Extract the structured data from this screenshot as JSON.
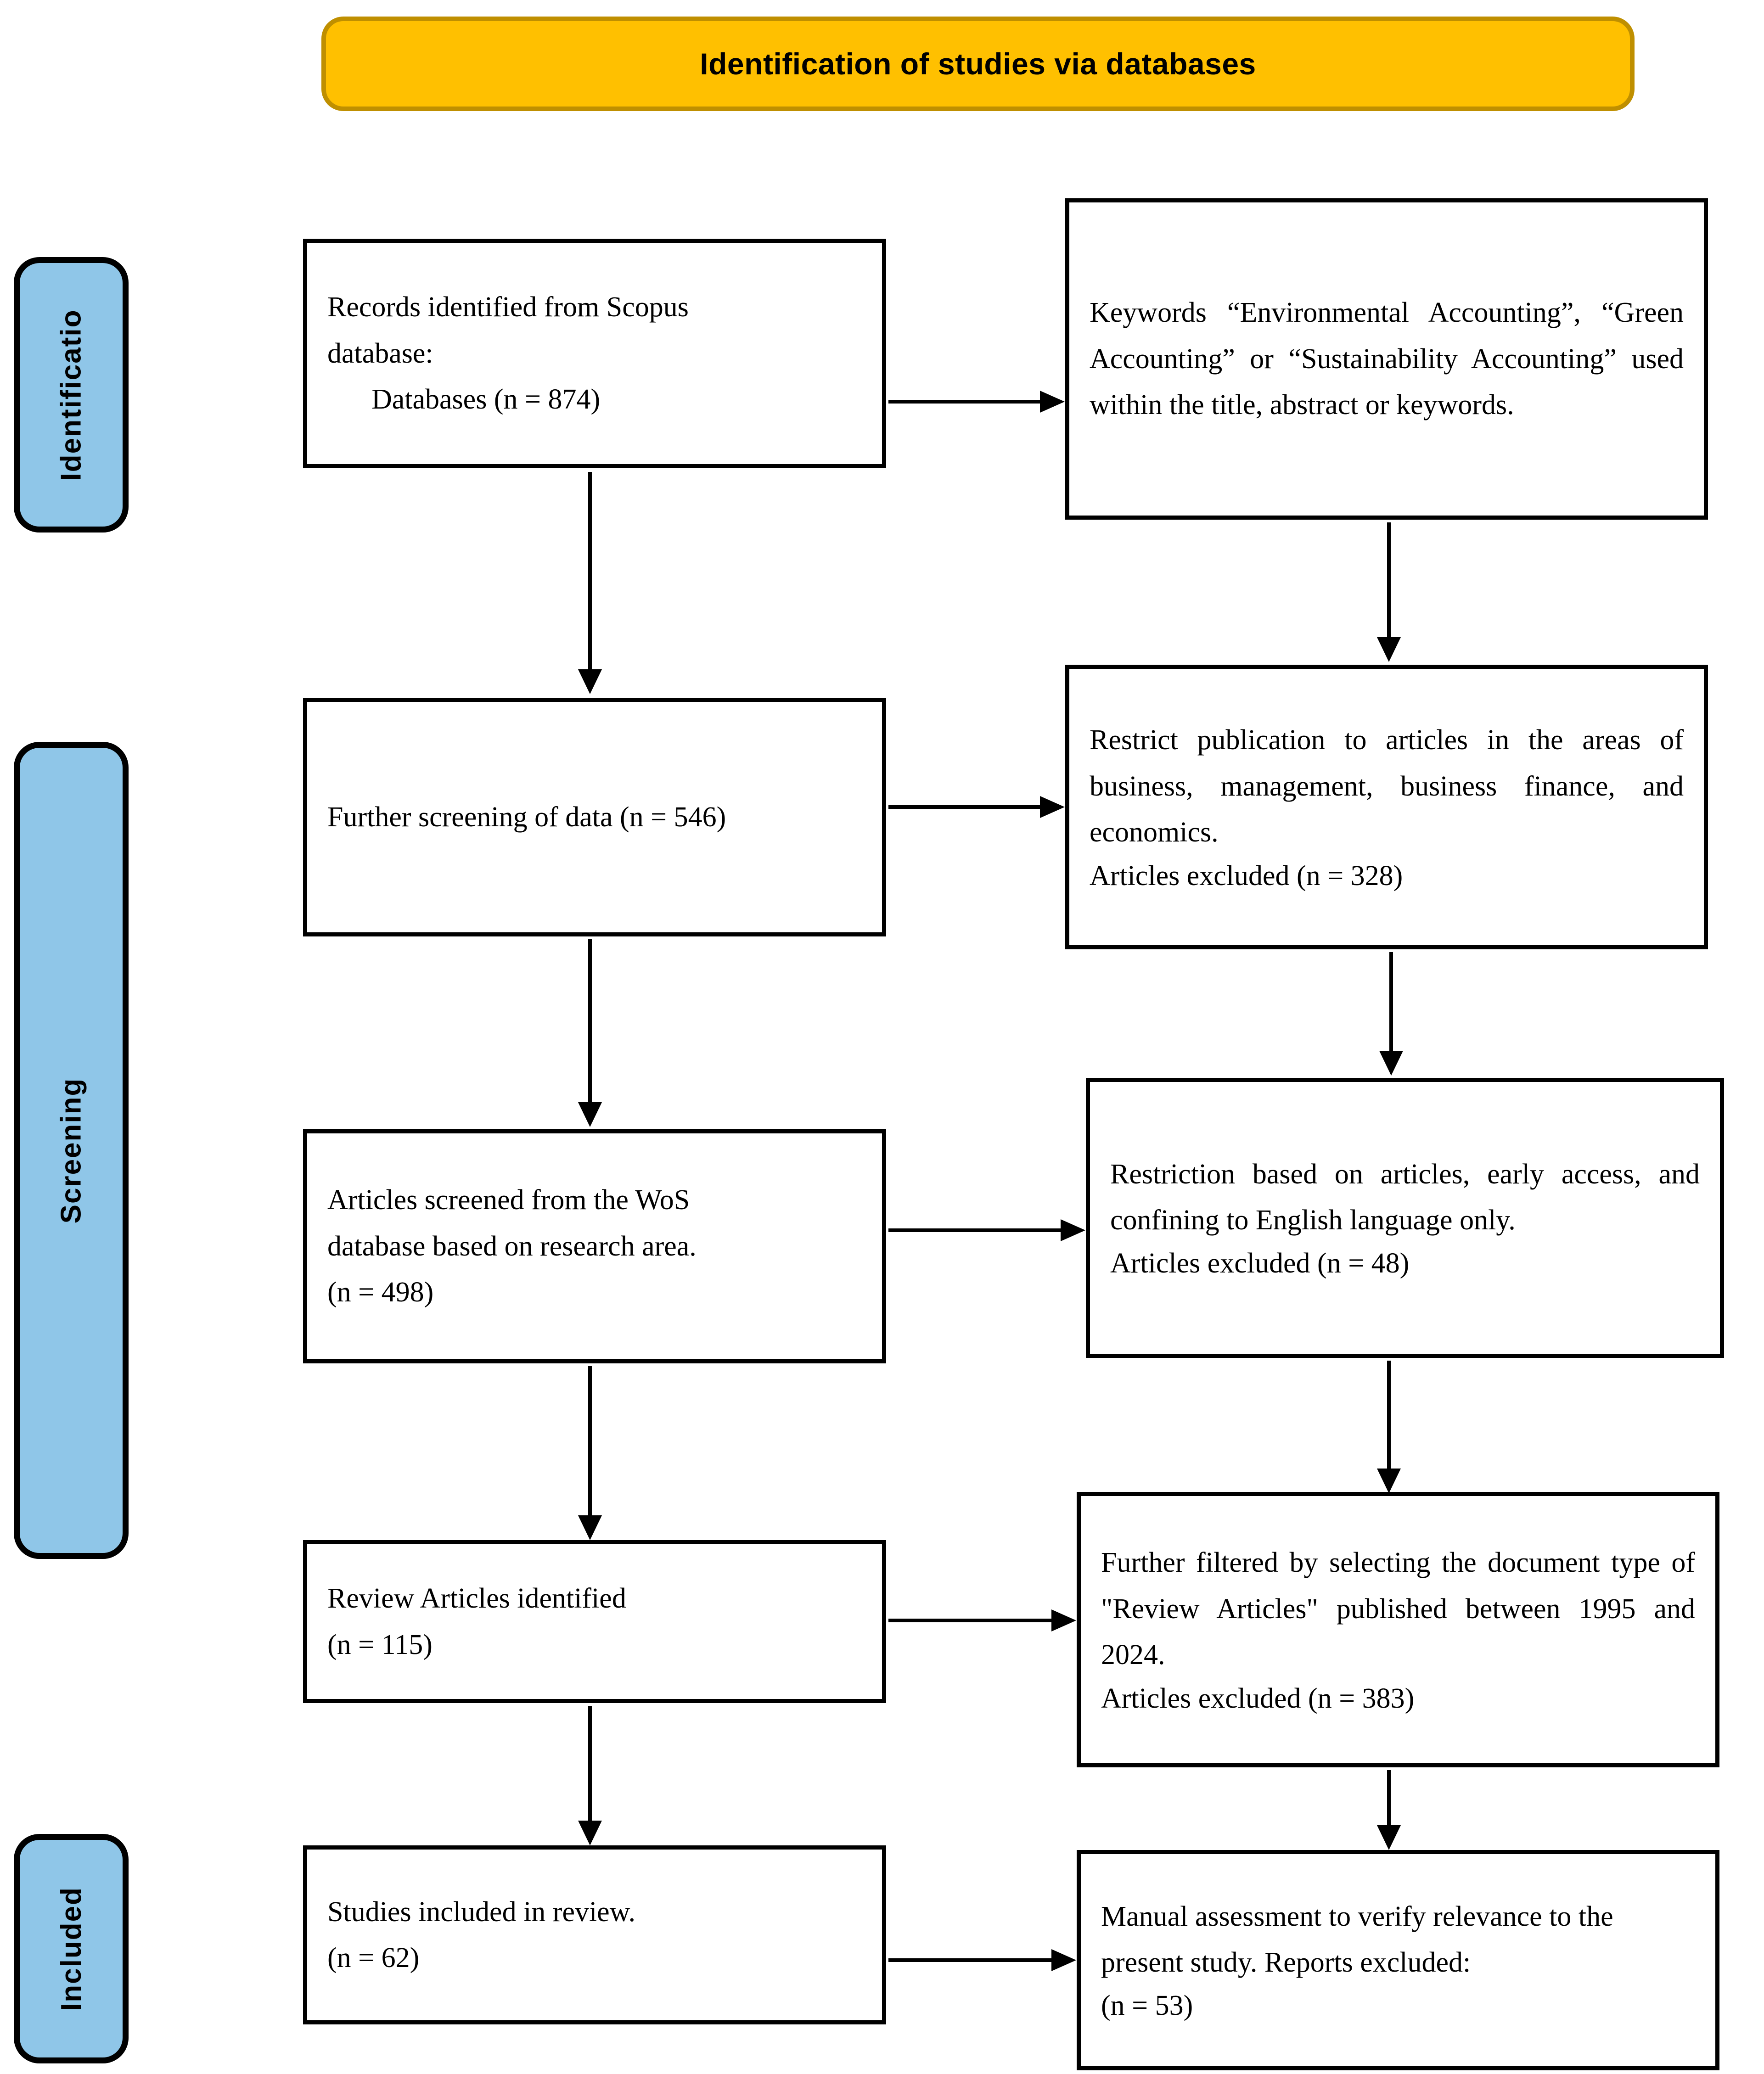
{
  "header": {
    "title": "Identification of studies via databases"
  },
  "phases": [
    {
      "id": "identification",
      "label": "Identificatio"
    },
    {
      "id": "screening",
      "label": "Screening"
    },
    {
      "id": "included",
      "label": "Included"
    }
  ],
  "boxes": {
    "records_identified": {
      "line1": "Records identified from Scopus",
      "line2": "database:",
      "line3": "Databases (n = 874)"
    },
    "further_screening": {
      "line1": "Further screening of data (n = 546)"
    },
    "wos_screened": {
      "line1": "Articles screened from the WoS",
      "line2": "database based on research area.",
      "line3": "(n = 498)"
    },
    "review_articles_identified": {
      "line1": "Review Articles identified",
      "line2": "(n = 115)"
    },
    "studies_included": {
      "line1": "Studies included in review.",
      "line2": "(n = 62)"
    },
    "keywords": {
      "line1": "Keywords “Environmental Accounting”, “Green Accounting” or “Sustainability Accounting” used within the title, abstract or keywords."
    },
    "restrict_publication": {
      "line1": "Restrict publication to articles in the areas of business, management, business finance, and economics.",
      "line2": "Articles excluded (n = 328)"
    },
    "restriction_english": {
      "line1": "Restriction based on articles, early access, and confining to English language only.",
      "line2": "Articles excluded (n = 48)"
    },
    "further_filtered": {
      "line1": "Further filtered by selecting the document type of \"Review Articles\" published between 1995 and 2024.",
      "line2": "Articles excluded (n = 383)"
    },
    "manual_assessment": {
      "line1": "Manual assessment to verify relevance to the present study. Reports excluded:",
      "line2": "(n = 53)"
    }
  },
  "colors": {
    "header_fill": "#FFC000",
    "header_border": "#BF8F00",
    "phase_fill": "#8FC6E8",
    "box_border": "#000000",
    "arrow": "#000000"
  },
  "chart_data": {
    "type": "diagram",
    "title": "Identification of studies via databases",
    "diagram_kind": "PRISMA flow diagram",
    "stages": [
      "Identificatio",
      "Screening",
      "Included"
    ],
    "nodes": [
      {
        "id": "records_identified",
        "stage": "Identificatio",
        "column": "left",
        "n": 874
      },
      {
        "id": "keywords",
        "stage": "Identificatio",
        "column": "right",
        "n": null
      },
      {
        "id": "further_screening",
        "stage": "Screening",
        "column": "left",
        "n": 546
      },
      {
        "id": "restrict_publication",
        "stage": "Screening",
        "column": "right",
        "excluded": 328
      },
      {
        "id": "wos_screened",
        "stage": "Screening",
        "column": "left",
        "n": 498
      },
      {
        "id": "restriction_english",
        "stage": "Screening",
        "column": "right",
        "excluded": 48
      },
      {
        "id": "review_articles_identified",
        "stage": "Screening",
        "column": "left",
        "n": 115
      },
      {
        "id": "further_filtered",
        "stage": "Screening",
        "column": "right",
        "excluded": 383
      },
      {
        "id": "studies_included",
        "stage": "Included",
        "column": "left",
        "n": 62
      },
      {
        "id": "manual_assessment",
        "stage": "Included",
        "column": "right",
        "excluded": 53
      }
    ],
    "edges": [
      {
        "from": "records_identified",
        "to": "keywords",
        "direction": "right"
      },
      {
        "from": "records_identified",
        "to": "further_screening",
        "direction": "down"
      },
      {
        "from": "keywords",
        "to": "restrict_publication",
        "direction": "down"
      },
      {
        "from": "further_screening",
        "to": "restrict_publication",
        "direction": "right"
      },
      {
        "from": "further_screening",
        "to": "wos_screened",
        "direction": "down"
      },
      {
        "from": "restrict_publication",
        "to": "restriction_english",
        "direction": "down"
      },
      {
        "from": "wos_screened",
        "to": "restriction_english",
        "direction": "right"
      },
      {
        "from": "wos_screened",
        "to": "review_articles_identified",
        "direction": "down"
      },
      {
        "from": "restriction_english",
        "to": "further_filtered",
        "direction": "down"
      },
      {
        "from": "review_articles_identified",
        "to": "further_filtered",
        "direction": "right"
      },
      {
        "from": "review_articles_identified",
        "to": "studies_included",
        "direction": "down"
      },
      {
        "from": "further_filtered",
        "to": "manual_assessment",
        "direction": "down"
      },
      {
        "from": "studies_included",
        "to": "manual_assessment",
        "direction": "right"
      }
    ]
  }
}
